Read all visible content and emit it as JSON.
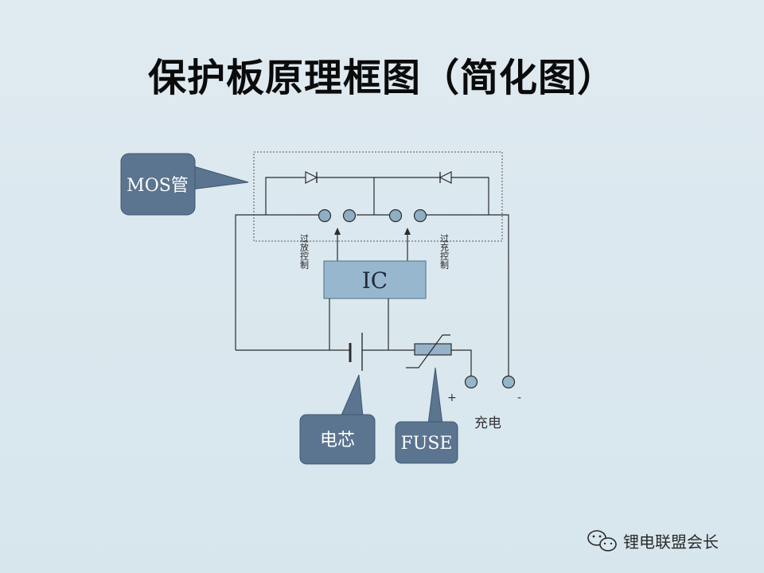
{
  "slide": {
    "title": "保护板原理框图（简化图）"
  },
  "labels": {
    "mos": "MOS管",
    "ic": "IC",
    "cell": "电芯",
    "fuse": "FUSE",
    "over_discharge_control": "过放控制",
    "over_charge_control": "过充控制",
    "plus": "+",
    "minus": "-",
    "charge": "充电"
  },
  "watermark": {
    "text": "锂电联盟会长",
    "icon": "wechat-icon"
  },
  "colors": {
    "background": "#dbe8ee",
    "callout": "#5b7590",
    "ic_fill": "#97b7cf",
    "wire": "#2b2b2b"
  }
}
